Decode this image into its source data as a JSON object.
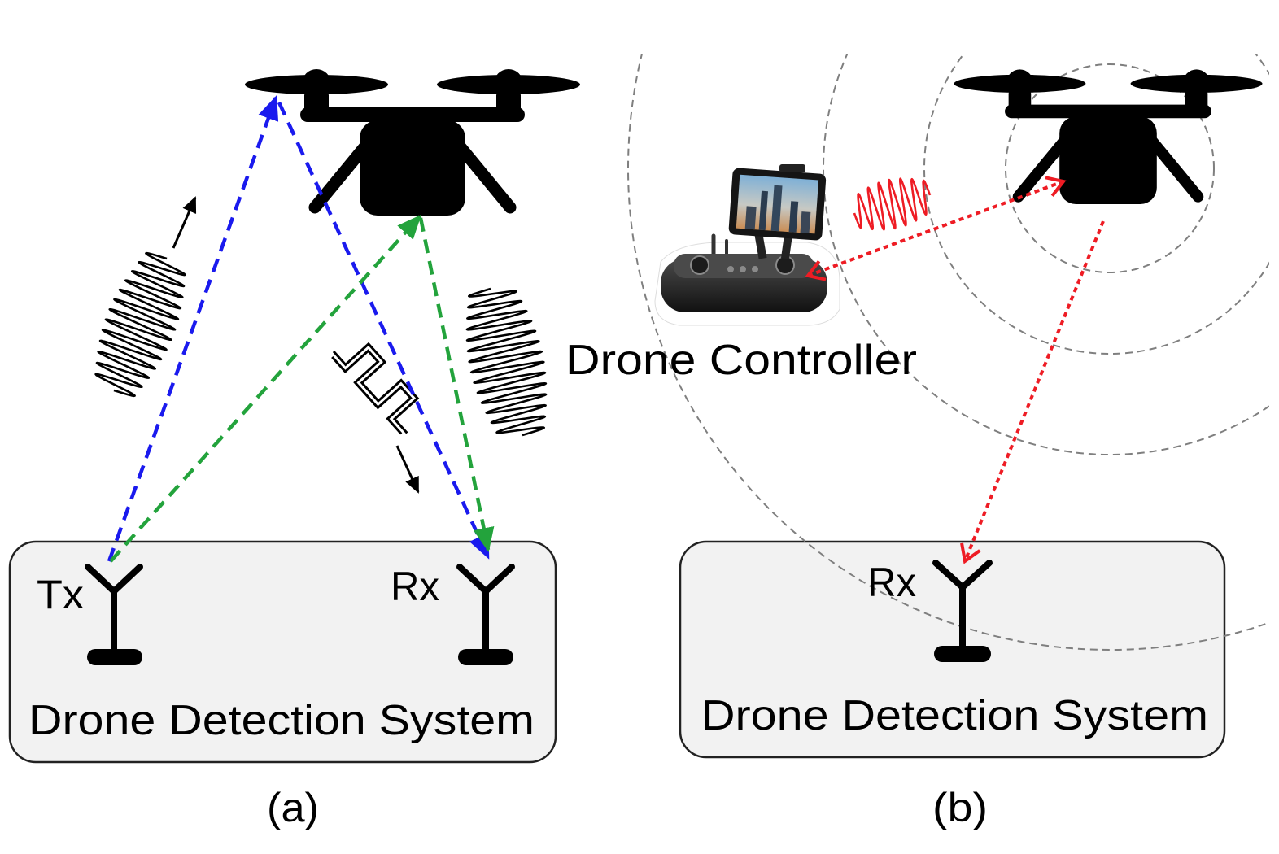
{
  "panel_a": {
    "tx_label": "Tx",
    "rx_label": "Rx",
    "system_label": "Drone Detection System",
    "caption": "(a)"
  },
  "panel_b": {
    "controller_label": "Drone Controller",
    "rx_label": "Rx",
    "system_label": "Drone Detection System",
    "caption": "(b)"
  },
  "colors": {
    "blue_path": "#1a1aee",
    "green_path": "#23a33c",
    "red_link": "#ee1c24",
    "box_fill": "#f2f2f2",
    "box_stroke": "#222222",
    "ring": "#7f7f7f",
    "ink": "#000000"
  },
  "icons": {
    "drone": "quadcopter-drone-icon",
    "antenna": "antenna-icon",
    "controller": "drone-controller-image",
    "signal": "rf-wave-icon"
  }
}
